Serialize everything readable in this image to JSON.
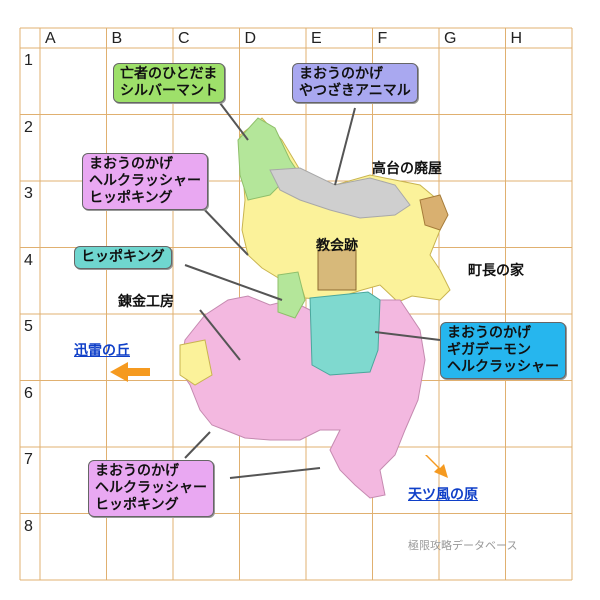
{
  "grid": {
    "columns": [
      "A",
      "B",
      "C",
      "D",
      "E",
      "F",
      "G",
      "H"
    ],
    "rows": [
      "1",
      "2",
      "3",
      "4",
      "5",
      "6",
      "7",
      "8"
    ]
  },
  "labels": {
    "green_box": {
      "lines": [
        "亡者のひとだま",
        "シルバーマント"
      ],
      "color": "#9ee06a"
    },
    "blue_box": {
      "lines": [
        "まおうのかげ",
        "やつざきアニマル"
      ],
      "color": "#a9a8f0"
    },
    "pink_box_top": {
      "lines": [
        "まおうのかげ",
        "ヘルクラッシャー",
        "ヒッポキング"
      ],
      "color": "#e9a8f2"
    },
    "teal_box": {
      "lines": [
        "ヒッポキング"
      ],
      "color": "#6fd6cf"
    },
    "cyan_box": {
      "lines": [
        "まおうのかげ",
        "ギガデーモン",
        "ヘルクラッシャー"
      ],
      "color": "#26b6ee"
    },
    "pink_box_bottom": {
      "lines": [
        "まおうのかげ",
        "ヘルクラッシャー",
        "ヒッポキング"
      ],
      "color": "#e9a8f2"
    }
  },
  "places": {
    "hilltop_ruin": "高台の廃屋",
    "church_ruin": "教会跡",
    "mayor_house": "町長の家",
    "alchemy_workshop": "錬金工房"
  },
  "exits": {
    "west": "迅雷の丘",
    "southeast": "天ツ風の原"
  },
  "credit": "極限攻略データベース",
  "colors": {
    "grid_line": "#e0b070",
    "zone_yellow": "#fbf29a",
    "zone_pink": "#f3b8e0",
    "zone_green": "#b4e69a",
    "zone_gray": "#cfcfcf",
    "zone_teal": "#7fd9cf",
    "exit_arrow": "#f59a20"
  }
}
